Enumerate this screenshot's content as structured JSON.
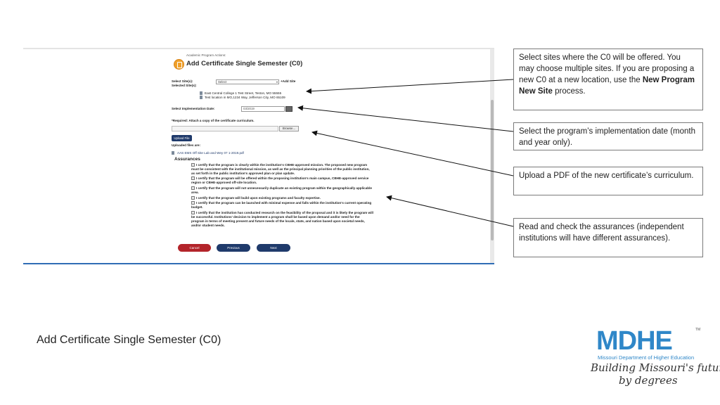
{
  "screenshot": {
    "section_label": "Academic Program Actions:",
    "page_title": "Add Certificate Single Semester (C0)",
    "select_sites_label": "Select Site(s):",
    "select_value": "Select",
    "add_site_link": "+Add Site",
    "selected_sites_label": "Selected Site(s):",
    "sites": [
      "East Central College 1 Test Street, Teston, MO 55555",
      "Test location in MO,1234 Way, Jefferson City, MO 65109"
    ],
    "implementation_date_label": "Select Implementation Date:",
    "implementation_date_value": "03/2019",
    "required_label": "*Required: Attach a copy of the certificate curriculum.",
    "browse_button": "Browse...",
    "upload_button": "Upload File",
    "uploaded_files_label": "Uploaded files are:",
    "uploaded_file": "AAS EMS Off Site Lab and Wey 07 1-2019.pdf",
    "assurances_title": "Assurances",
    "assurances": [
      [
        "I certify that the program is clearly within the institution's CBHE-approved mission. The proposed new program",
        "must be consistent with the institutional mission, as well as the principal planning priorities of the public institution,",
        "as set forth in the public institution's approved plan or plan update."
      ],
      [
        "I certify that the program will be offered within the proposing institution's main campus, CBHE-approved service",
        "region or CBHE-approved off-site location."
      ],
      [
        "I certify that the program will not unnecessarily duplicate an existing program within the geographically applicable",
        "area."
      ],
      [
        "I certify that the program will build upon existing programs and faculty expertise."
      ],
      [
        "I certify that the program can be launched with minimal expense and falls within the institution's current operating",
        "budget."
      ],
      [
        "I certify that the institution has conducted research on the feasibility of the proposal and it is likely the program will",
        "be successful. Institutions' decision to implement a program shall be based upon demand and/or need for the",
        "program in terms of meeting present and future needs of the locale, state, and nation based upon societal needs,",
        "and/or student needs."
      ]
    ],
    "cancel_button": "Cancel",
    "previous_button": "Previous",
    "next_button": "Next"
  },
  "callouts": {
    "sites": {
      "text_before": "Select sites where the C0 will be offered. You may choose multiple sites. If you are proposing a new C0 at a new location, use the ",
      "bold": "New Program New Site",
      "text_after": " process."
    },
    "date": "Select the program’s implementation date (month and year only).",
    "upload": "Upload a PDF of the new certificate’s curriculum.",
    "assurances": "Read and check the assurances (independent institutions will have different assurances)."
  },
  "footer_title": "Add Certificate Single Semester (C0)",
  "logo": {
    "mark": "MDHE",
    "tm": "TM",
    "subtitle": "Missouri Department of Higher Education",
    "tagline_line1": "Building Missouri's future...",
    "tagline_line2": "by degrees",
    "brand_color": "#2f87c8"
  }
}
